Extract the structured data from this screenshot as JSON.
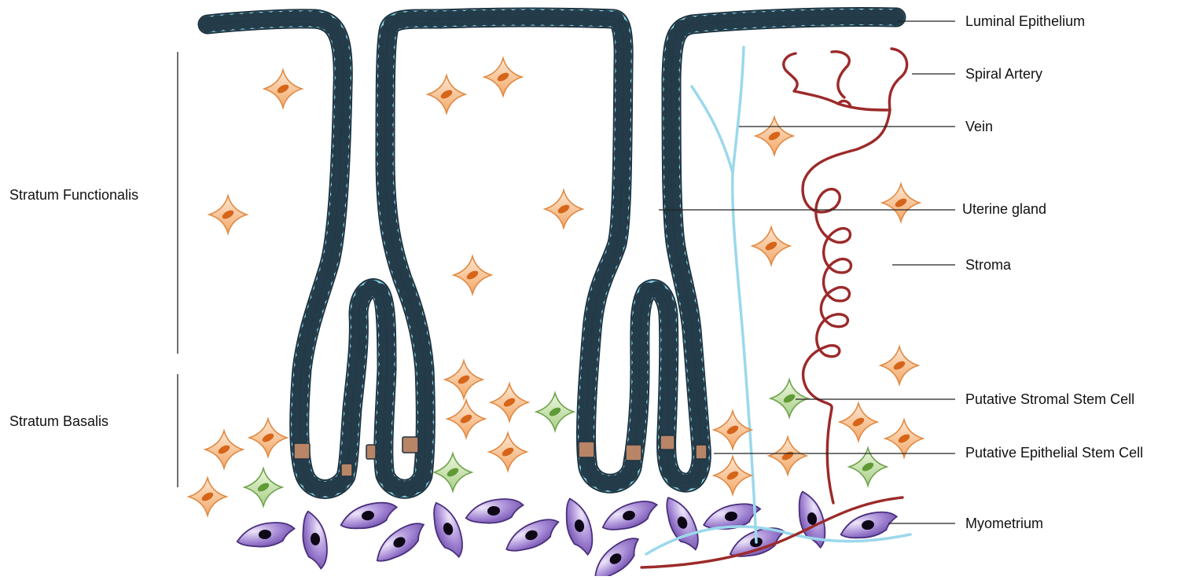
{
  "labels": {
    "luminal_epithelium": "Luminal Epithelium",
    "spiral_artery": "Spiral Artery",
    "vein": "Vein",
    "uterine_gland": "Uterine gland",
    "stroma": "Stroma",
    "stromal_stem": "Putative Stromal Stem Cell",
    "epithelial_stem": "Putative Epithelial Stem Cell",
    "myometrium": "Myometrium",
    "stratum_functionalis": "Stratum Functionalis",
    "stratum_basalis": "Stratum Basalis"
  },
  "colors": {
    "epithelium": "#7fd3e6",
    "epithelium_outline": "#1f3340",
    "stem_epithelial": "#b88566",
    "stromal_cell": "#f4a360",
    "stromal_nucleus": "#d6651a",
    "stromal_stem": "#8fc06a",
    "myometrium": "#7f5bb5",
    "artery": "#9c2a2a",
    "vein": "#9bd8ec"
  }
}
